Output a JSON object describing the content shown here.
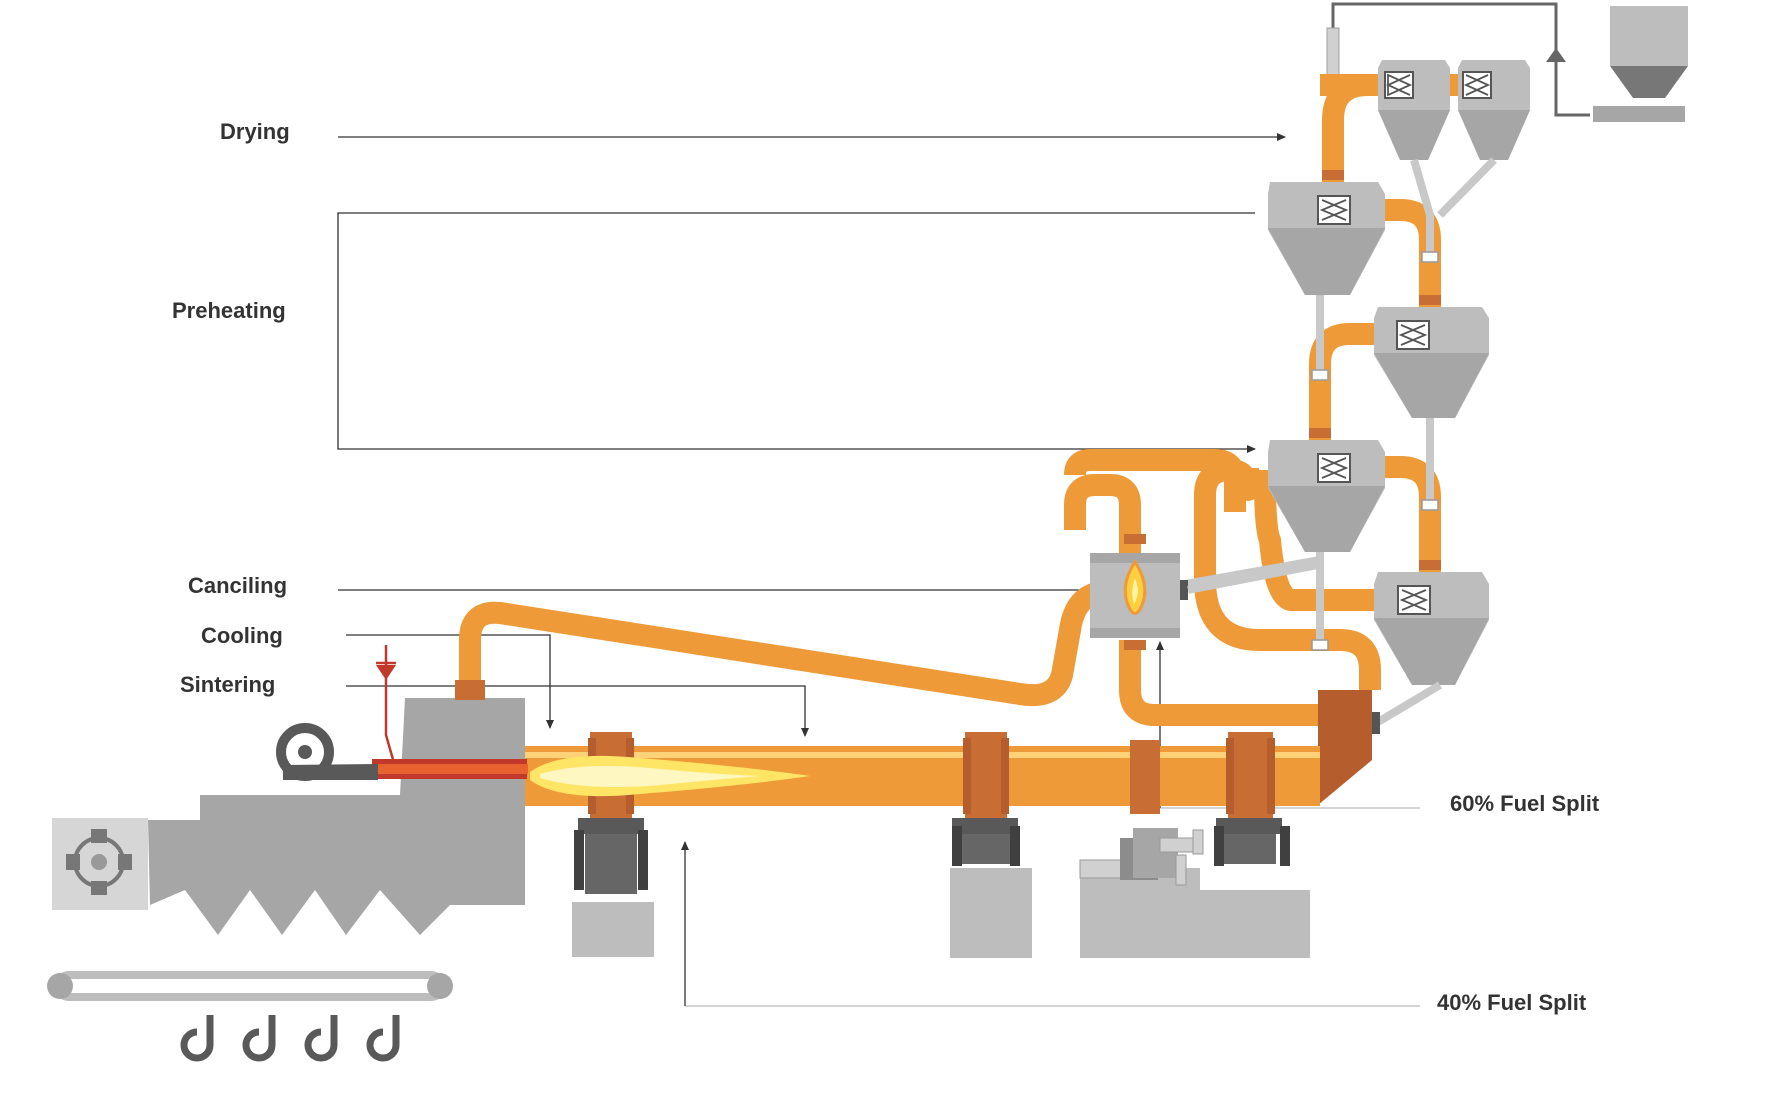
{
  "labels": {
    "drying": "Drying",
    "preheating": "Preheating",
    "canciling": "Canciling",
    "cooling": "Cooling",
    "sintering": "Sintering",
    "fuel_split_60": "60% Fuel Split",
    "fuel_split_40": "40% Fuel Split"
  },
  "colors": {
    "pipe_orange": "#ee9a38",
    "pipe_dark_orange": "#c86d34",
    "flame_yellow": "#ffe566",
    "burner_red": "#d8452a",
    "feed_red": "#c0392b",
    "equipment_gray": "#a6a6a6",
    "equipment_dark": "#595959"
  },
  "icons": [
    "blower-icon",
    "gear-icon",
    "flame-icon",
    "feed-arrow-icon",
    "hook-icon",
    "damper-icon"
  ]
}
